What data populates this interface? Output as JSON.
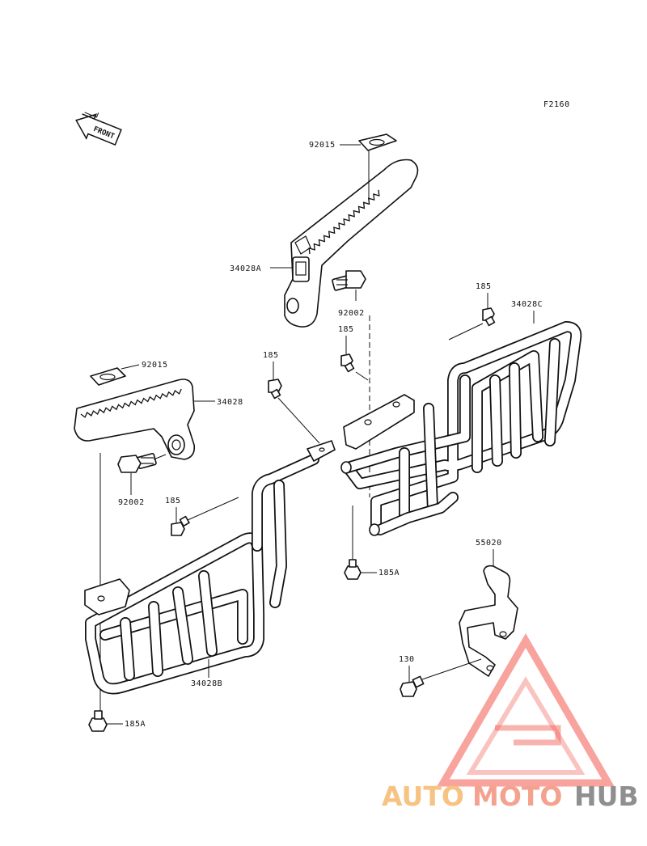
{
  "diagram": {
    "figure_code": "F2160",
    "front_label": "FRONT",
    "callouts": {
      "plate_top": "92015",
      "step_a": "34028A",
      "bolt_top": "92002",
      "bolt_185_c": "185",
      "bolt_185_d": "185",
      "guard_c": "34028C",
      "bolt_185_e": "185",
      "plate_left": "92015",
      "step_left": "34028",
      "bolt_left": "92002",
      "bolt_185_b": "185",
      "bolt_185a_right": "185A",
      "bracket": "55020",
      "bolt_130": "130",
      "guard_b": "34028B",
      "bolt_185a_left": "185A"
    }
  },
  "watermark": {
    "brand_part1": "AUTO",
    "brand_part2": "MOTO",
    "brand_part3": "HUB",
    "colors": {
      "auto": "#f6c383",
      "moto": "#f4a28f",
      "hub": "#8f8f8f",
      "triangle": "#ef3a2e"
    }
  }
}
